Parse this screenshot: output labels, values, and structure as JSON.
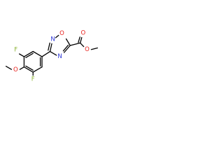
{
  "molecule": {
    "atoms": {
      "f_top": "F",
      "f_bottom": "F",
      "o_methoxy": "O",
      "o_ring": "O",
      "n_ring_top": "N",
      "n_ring_bottom": "N",
      "o_carbonyl": "O",
      "o_ester": "O"
    }
  },
  "colors": {
    "fluorine": "#8fb53a",
    "oxygen": "#e8231f",
    "nitrogen": "#2b35d6",
    "bond": "#000000"
  }
}
